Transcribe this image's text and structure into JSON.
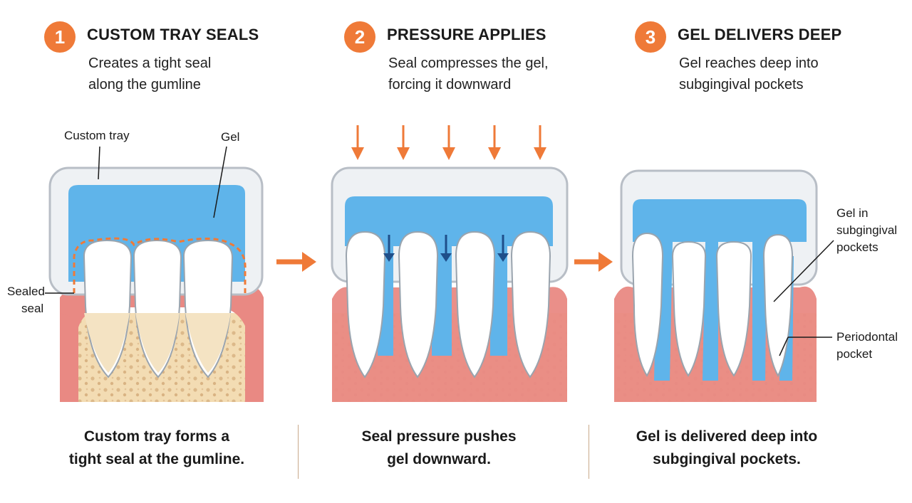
{
  "steps": [
    {
      "number": "1",
      "title": "CUSTOM TRAY SEALS",
      "subtitle_line1": "Creates a tight seal",
      "subtitle_line2": "along the gumline",
      "caption_line1": "Custom tray forms a",
      "caption_line2": "tight seal at the gumline."
    },
    {
      "number": "2",
      "title": "PRESSURE APPLIES",
      "subtitle_line1": "Seal compresses the gel,",
      "subtitle_line2": "forcing it downward",
      "caption_line1": "Seal pressure pushes",
      "caption_line2": "gel downward."
    },
    {
      "number": "3",
      "title": "GEL DELIVERS DEEP",
      "subtitle_line1": "Gel reaches deep into",
      "subtitle_line2": "subgingival pockets",
      "caption_line1": "Gel is delivered deep into",
      "caption_line2": "subgingival pockets."
    }
  ],
  "labels": {
    "custom_tray": "Custom tray",
    "gel": "Gel",
    "sealed_seal_line1": "Sealed",
    "sealed_seal_line2": "seal",
    "gel_in_pockets_line1": "Gel in",
    "gel_in_pockets_line2": "subgingival",
    "gel_in_pockets_line3": "pockets",
    "periodontal_line1": "Periodontal",
    "periodontal_line2": "pocket"
  },
  "colors": {
    "accent": "#ef7a38",
    "gel": "#5fb4ea",
    "gum": "#e98983",
    "bone": "#f3dcb3",
    "tooth": "#ffffff",
    "tray": "#eef1f4"
  }
}
